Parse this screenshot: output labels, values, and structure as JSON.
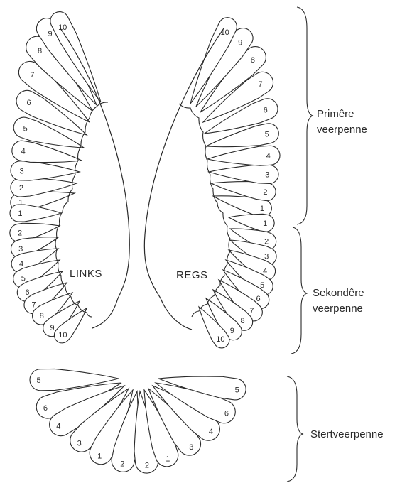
{
  "labels": {
    "left_wing": "LINKS",
    "right_wing": "REGS",
    "primary_line1": "Primêre",
    "primary_line2": "veerpenne",
    "secondary_line1": "Sekondêre",
    "secondary_line2": "veerpenne",
    "tail": "Stertveerpenne"
  },
  "feather_numbers": {
    "left_primaries": [
      "1",
      "2",
      "3",
      "4",
      "5",
      "6",
      "7",
      "8",
      "9",
      "10"
    ],
    "left_secondaries": [
      "1",
      "2",
      "3",
      "4",
      "5",
      "6",
      "7",
      "8",
      "9",
      "10"
    ],
    "right_primaries": [
      "1",
      "2",
      "3",
      "4",
      "5",
      "6",
      "7",
      "8",
      "9",
      "10"
    ],
    "right_secondaries": [
      "1",
      "2",
      "3",
      "4",
      "5",
      "6",
      "7",
      "8",
      "9",
      "10"
    ],
    "tail_left": [
      "5",
      "6",
      "4",
      "3",
      "1",
      "2"
    ],
    "tail_right": [
      "2",
      "1",
      "3",
      "4",
      "6",
      "5"
    ]
  }
}
